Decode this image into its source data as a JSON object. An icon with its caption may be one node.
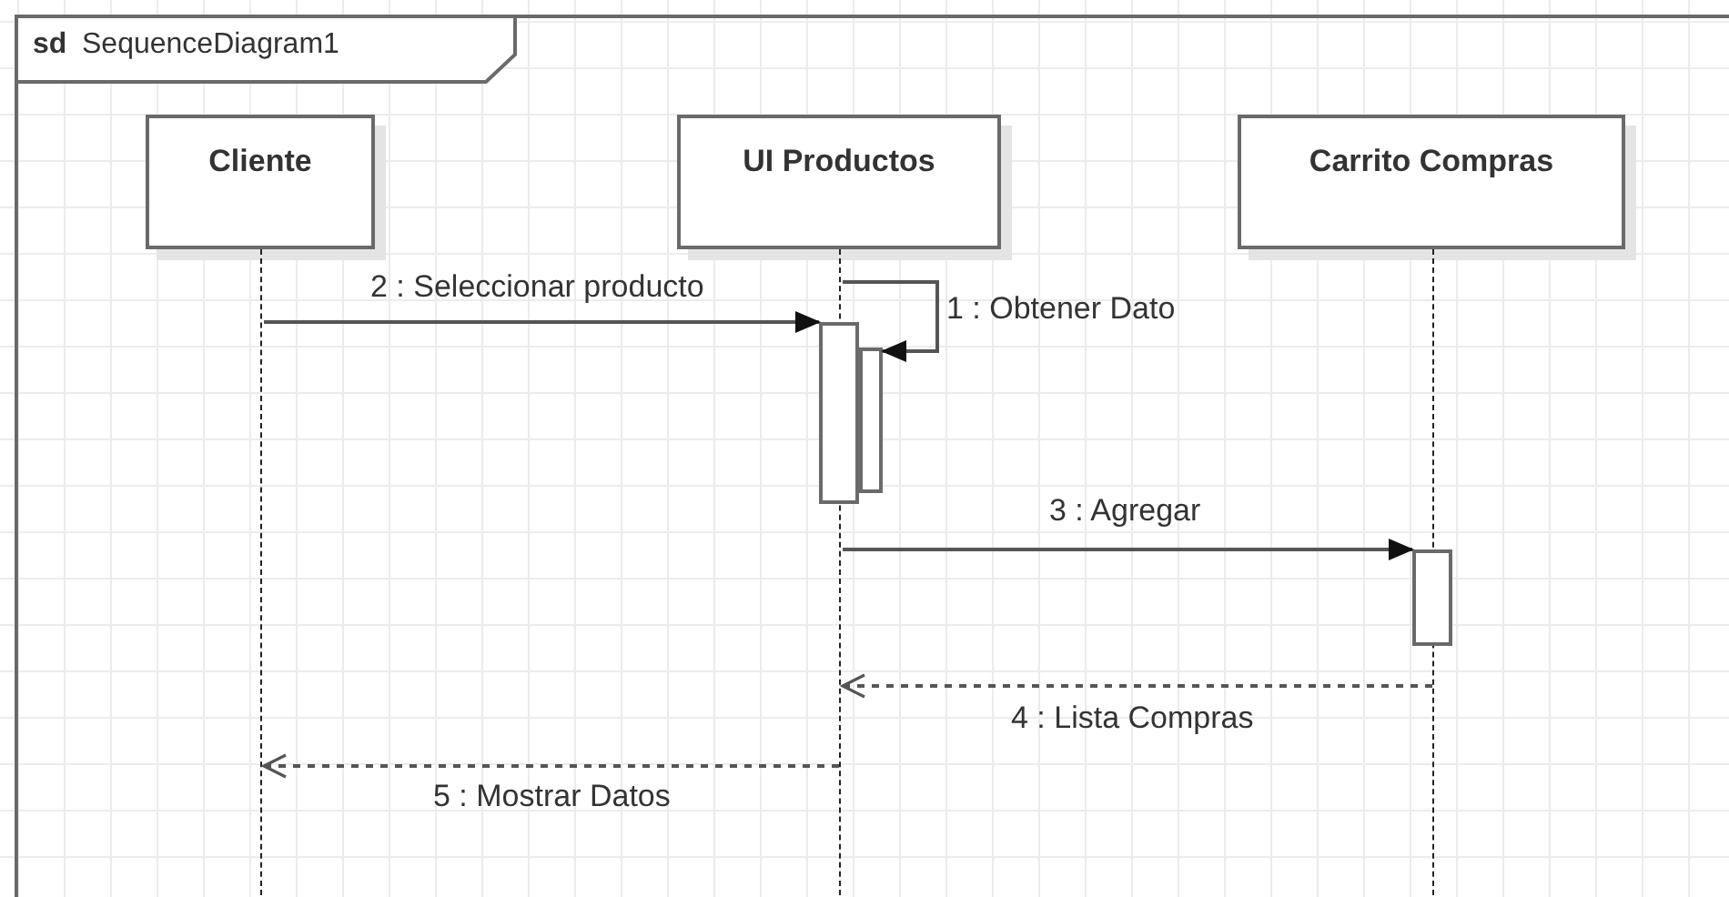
{
  "diagram": {
    "nodes": [
      {
        "text": [
          "sd",
          "SequenceDiagram1"
        ]
      },
      {
        "text": [
          "Cliente"
        ],
        "in": 0
      },
      {
        "text": [
          "UI Productos"
        ],
        "in": 0
      },
      {
        "text": [
          "Carrito Compras"
        ],
        "in": 0
      },
      {
        "text": [],
        "shape": "line",
        "in": 0
      },
      {
        "text": [],
        "shape": "line",
        "in": 0
      },
      {
        "text": [],
        "shape": "line",
        "in": 0
      },
      {
        "text": [],
        "shape": "bar",
        "in": 0
      },
      {
        "text": [],
        "shape": "bar",
        "in": 0
      },
      {
        "text": [],
        "shape": "bar",
        "in": 0
      }
    ],
    "edges": [
      {
        "from": 5,
        "to": 8,
        "arrow": "to",
        "label": "1 : Obtener Dato"
      },
      {
        "from": 4,
        "to": 7,
        "arrow": "to",
        "label": "2 : Seleccionar producto"
      },
      {
        "from": 5,
        "to": 9,
        "arrow": "to",
        "label": "3 : Agregar"
      },
      {
        "from": 6,
        "to": 5,
        "arrow": "to",
        "label": "4 : Lista Compras",
        "style": "dashed"
      },
      {
        "from": 5,
        "to": 4,
        "arrow": "to",
        "label": "5 : Mostrar Datos",
        "style": "dashed"
      }
    ]
  }
}
